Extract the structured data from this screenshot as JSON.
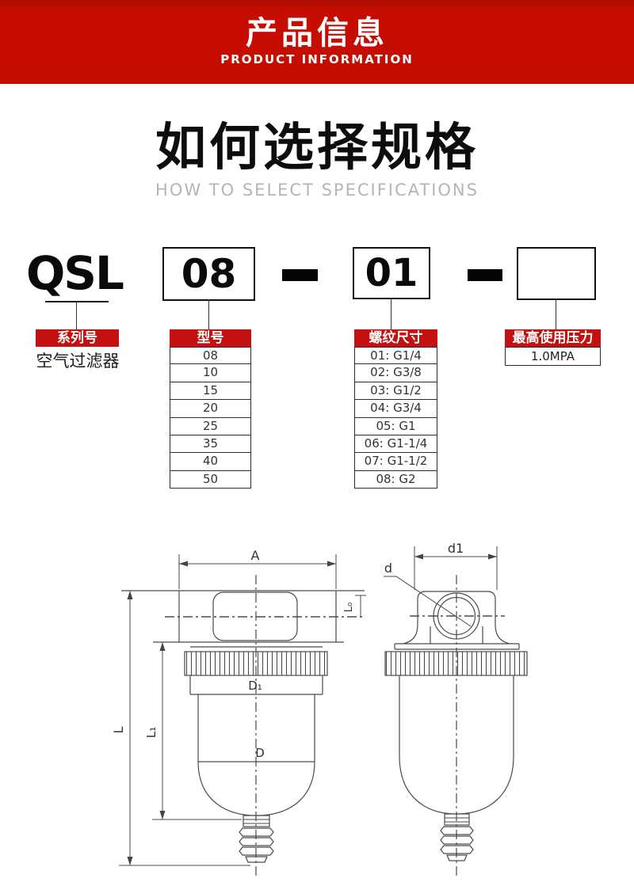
{
  "banner": {
    "title": "产品信息",
    "subtitle": "PRODUCT INFORMATION"
  },
  "section": {
    "title": "如何选择规格",
    "subtitle": "HOW TO SELECT SPECIFICATIONS"
  },
  "model_code": {
    "series": "QSL",
    "model": "08",
    "thread": "01",
    "separator": "-",
    "blank": ""
  },
  "legend": {
    "series": {
      "header": "系列号",
      "value": "空气过滤器"
    },
    "model": {
      "header": "型号",
      "options": [
        "08",
        "10",
        "15",
        "20",
        "25",
        "35",
        "40",
        "50"
      ]
    },
    "thread": {
      "header": "螺纹尺寸",
      "options": [
        "01: G1/4",
        "02: G3/8",
        "03: G1/2",
        "04: G3/4",
        "05: G1",
        "06: G1-1/4",
        "07: G1-1/2",
        "08: G2"
      ]
    },
    "pressure": {
      "header": "最高使用压力",
      "value": "1.0MPA"
    }
  },
  "drawings": {
    "front": {
      "labels": {
        "A": "A",
        "L0": "L₀",
        "D1": "D₁",
        "D": "D",
        "L": "L",
        "L1": "L₁"
      }
    },
    "side": {
      "labels": {
        "d": "d",
        "d1": "d1"
      }
    }
  },
  "colors": {
    "banner_red": "#c60d02",
    "banner_red_dark": "#b20b01",
    "label_red": "#c31112",
    "line_gray": "#4a4a4a"
  }
}
